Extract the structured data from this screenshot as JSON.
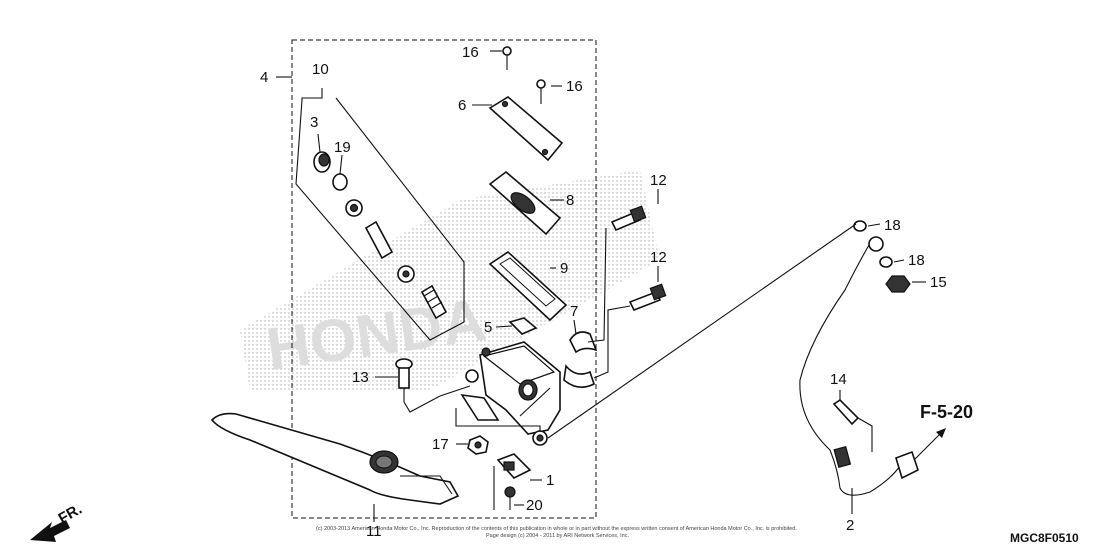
{
  "callouts": {
    "c1": "1",
    "c2": "2",
    "c3": "3",
    "c4": "4",
    "c5": "5",
    "c6": "6",
    "c7": "7",
    "c8": "8",
    "c9": "9",
    "c10": "10",
    "c11": "11",
    "c12a": "12",
    "c12b": "12",
    "c13": "13",
    "c14": "14",
    "c15": "15",
    "c16a": "16",
    "c16b": "16",
    "c17": "17",
    "c18a": "18",
    "c18b": "18",
    "c19": "19",
    "c20": "20"
  },
  "front_indicator": "FR.",
  "figure_ref": "F-5-20",
  "diagram_code": "MGC8F0510",
  "copyright_line1": "(c) 2003-2013 American Honda Motor Co., Inc. Reproduction of the contents of this publication in whole or in part without the express written consent of American Honda Motor Co., Inc. is prohibited.",
  "copyright_line2": "Page design (c) 2004 - 2011 by ARI Network Services, Inc.",
  "watermark": "HONDA"
}
